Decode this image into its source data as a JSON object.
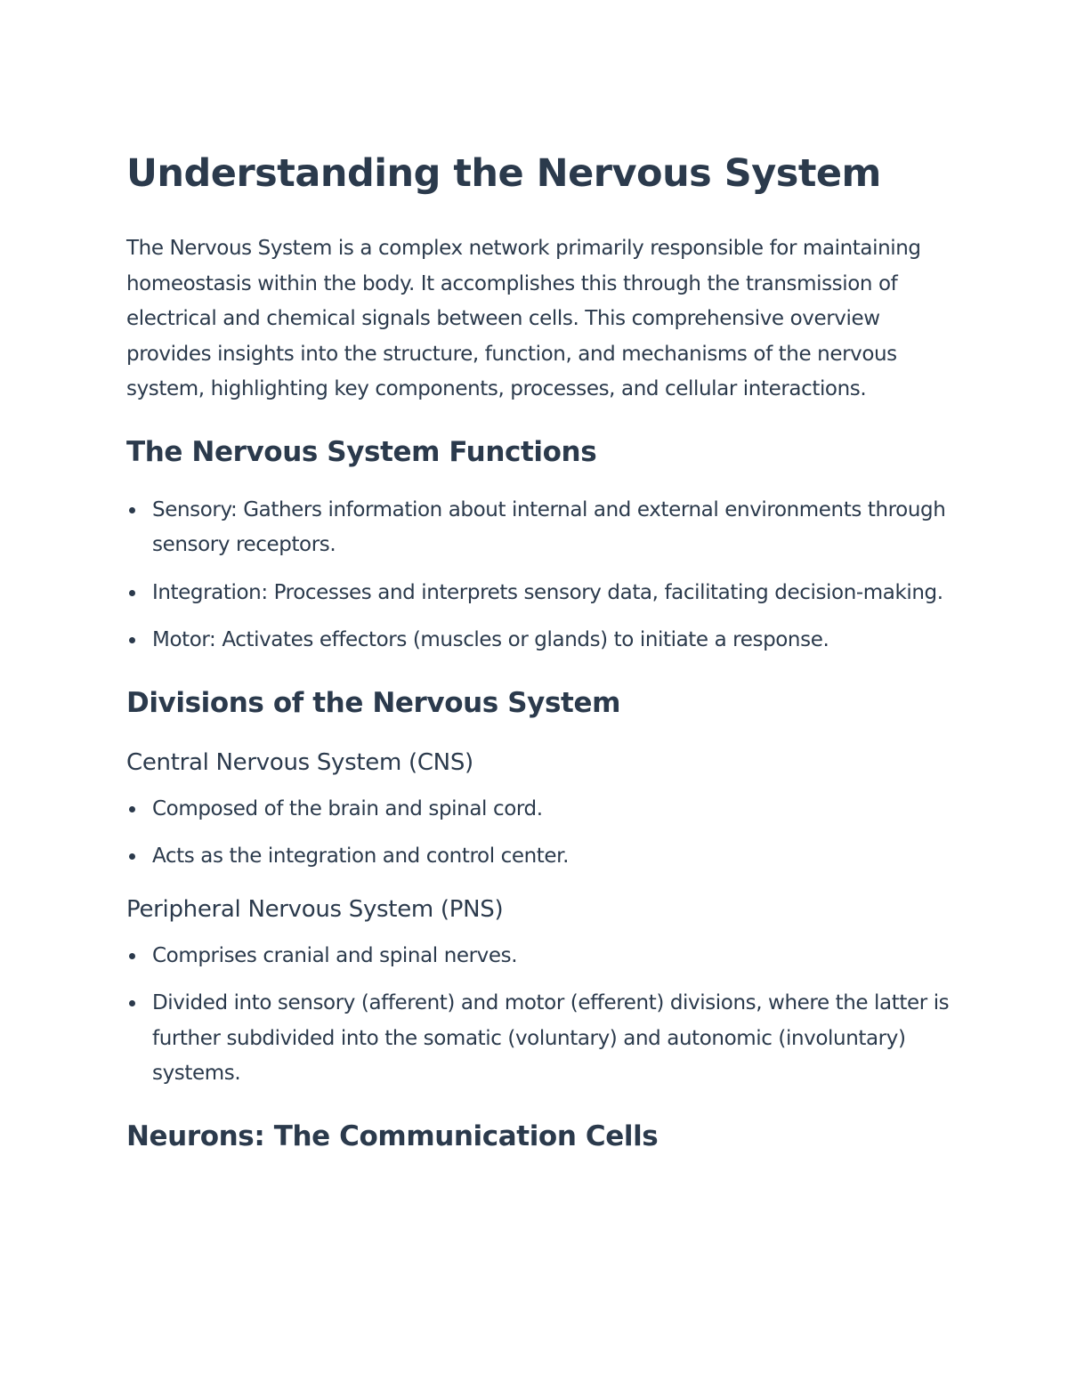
{
  "title": "Understanding the Nervous System",
  "intro": "The Nervous System is a complex network primarily responsible for maintaining homeostasis within the body. It accomplishes this through the transmission of electrical and chemical signals between cells. This comprehensive overview provides insights into the structure, function, and mechanisms of the nervous system, highlighting key components, processes, and cellular interactions.",
  "functions": {
    "heading": "The Nervous System Functions",
    "items": [
      "Sensory: Gathers information about internal and external environments through sensory receptors.",
      "Integration: Processes and interprets sensory data, facilitating decision-making.",
      "Motor: Activates effectors (muscles or glands) to initiate a response."
    ]
  },
  "divisions": {
    "heading": "Divisions of the Nervous System",
    "cns": {
      "heading": "Central Nervous System (CNS)",
      "items": [
        "Composed of the brain and spinal cord.",
        "Acts as the integration and control center."
      ]
    },
    "pns": {
      "heading": "Peripheral Nervous System (PNS)",
      "items": [
        "Comprises cranial and spinal nerves.",
        "Divided into sensory (afferent) and motor (efferent) divisions, where the latter is further subdivided into the somatic (voluntary) and autonomic (involuntary) systems."
      ]
    }
  },
  "neurons": {
    "heading": "Neurons: The Communication Cells"
  }
}
